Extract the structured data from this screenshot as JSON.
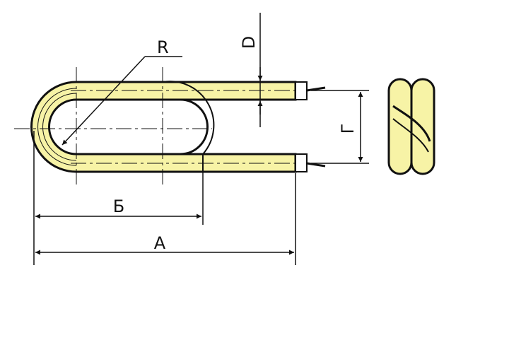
{
  "labels": {
    "radius": "R",
    "diameter": "D",
    "leg_spacing": "Г",
    "inner_length": "Б",
    "overall_length": "A"
  },
  "colors": {
    "tube_fill": "#f7f3a6",
    "outline": "#111111",
    "background": "#ffffff"
  }
}
